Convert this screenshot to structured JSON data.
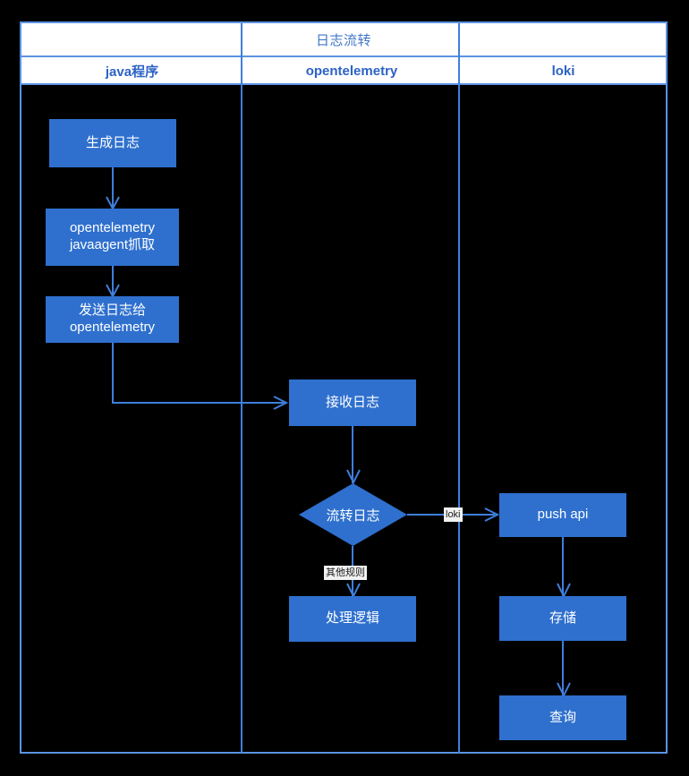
{
  "diagram": {
    "title": "日志流转",
    "type": "swimlane-flowchart",
    "colors": {
      "node_fill": "#2f70ce",
      "node_text": "#ffffff",
      "frame_border": "#5b93e3",
      "lane_divider": "#3f7fdc",
      "connector": "#3f7fdc",
      "title_text": "#3f75c8",
      "lane_header_text": "#2c62c6",
      "background": "#000000",
      "edge_label_bg": "#f2f2f2",
      "edge_label_text": "#1a1a1a"
    }
  },
  "lanes": [
    {
      "id": "java",
      "label": "java程序"
    },
    {
      "id": "opentelemetry",
      "label": "opentelemetry"
    },
    {
      "id": "loki",
      "label": "loki"
    }
  ],
  "nodes": [
    {
      "id": "n1",
      "lane": "java",
      "shape": "rect",
      "label": "生成日志"
    },
    {
      "id": "n2",
      "lane": "java",
      "shape": "rect",
      "label_line1": "opentelemetry",
      "label_line2": "javaagent抓取"
    },
    {
      "id": "n3",
      "lane": "java",
      "shape": "rect",
      "label_line1": "发送日志给",
      "label_line2": "opentelemetry"
    },
    {
      "id": "n4",
      "lane": "opentelemetry",
      "shape": "rect",
      "label": "接收日志"
    },
    {
      "id": "n5",
      "lane": "opentelemetry",
      "shape": "diamond",
      "label": "流转日志"
    },
    {
      "id": "n6",
      "lane": "opentelemetry",
      "shape": "rect",
      "label": "处理逻辑"
    },
    {
      "id": "n7",
      "lane": "loki",
      "shape": "rect",
      "label": "push api"
    },
    {
      "id": "n8",
      "lane": "loki",
      "shape": "rect",
      "label": "存储"
    },
    {
      "id": "n9",
      "lane": "loki",
      "shape": "rect",
      "label": "查询"
    }
  ],
  "edges": [
    {
      "from": "n1",
      "to": "n2",
      "label": ""
    },
    {
      "from": "n2",
      "to": "n3",
      "label": ""
    },
    {
      "from": "n3",
      "to": "n4",
      "label": ""
    },
    {
      "from": "n4",
      "to": "n5",
      "label": ""
    },
    {
      "from": "n5",
      "to": "n7",
      "label": "loki"
    },
    {
      "from": "n5",
      "to": "n6",
      "label": "其他规则"
    },
    {
      "from": "n7",
      "to": "n8",
      "label": ""
    },
    {
      "from": "n8",
      "to": "n9",
      "label": ""
    }
  ]
}
